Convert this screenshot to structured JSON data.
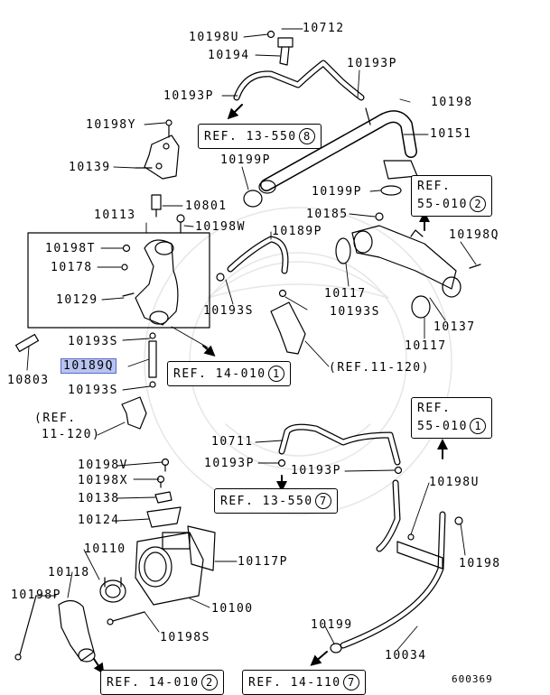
{
  "labels": {
    "p10198U_top": "10198U",
    "p10712": "10712",
    "p10194": "10194",
    "p10193P_a": "10193P",
    "p10193P_b": "10193P",
    "p10198_a": "10198",
    "p10198Y": "10198Y",
    "p10151": "10151",
    "p10139": "10139",
    "p10199P_a": "10199P",
    "p10199P_b": "10199P",
    "p10801": "10801",
    "p10113": "10113",
    "p10198W": "10198W",
    "p10189P": "10189P",
    "p10185": "10185",
    "p10198Q": "10198Q",
    "p10198T": "10198T",
    "p10178": "10178",
    "p10117_a": "10117",
    "p10129": "10129",
    "p10193S_a": "10193S",
    "p10193S_b": "10193S",
    "p10137": "10137",
    "p10117_b": "10117",
    "p10193S_c": "10193S",
    "p10803": "10803",
    "p10189Q": "10189Q",
    "p10193S_d": "10193S",
    "p10711": "10711",
    "p10198V": "10198V",
    "p10193P_c": "10193P",
    "p10193P_d": "10193P",
    "p10198X": "10198X",
    "p10198U_b": "10198U",
    "p10138": "10138",
    "p10124": "10124",
    "p10110": "10110",
    "p10117P": "10117P",
    "p10118": "10118",
    "p10198_b": "10198",
    "p10198P": "10198P",
    "p10100": "10100",
    "p10198S": "10198S",
    "p10199": "10199",
    "p10034": "10034"
  },
  "refs": {
    "r13_550_8": {
      "text": "REF. 13-550",
      "num": "8"
    },
    "r55_010_2": {
      "line1": "REF.",
      "line2": "55-010",
      "num": "2"
    },
    "r14_010_1": {
      "text": "REF. 14-010",
      "num": "1"
    },
    "r55_010_1": {
      "line1": "REF.",
      "line2": "55-010",
      "num": "1"
    },
    "r13_550_7": {
      "text": "REF. 13-550",
      "num": "7"
    },
    "r14_010_2": {
      "text": "REF. 14-010",
      "num": "2"
    },
    "r14_110_7": {
      "text": "REF. 14-110",
      "num": "7"
    },
    "r11_120_a": "(REF.11-120)",
    "r11_120_b_line1": "(REF.",
    "r11_120_b_line2": "11-120)"
  },
  "diagram_code": "600369"
}
